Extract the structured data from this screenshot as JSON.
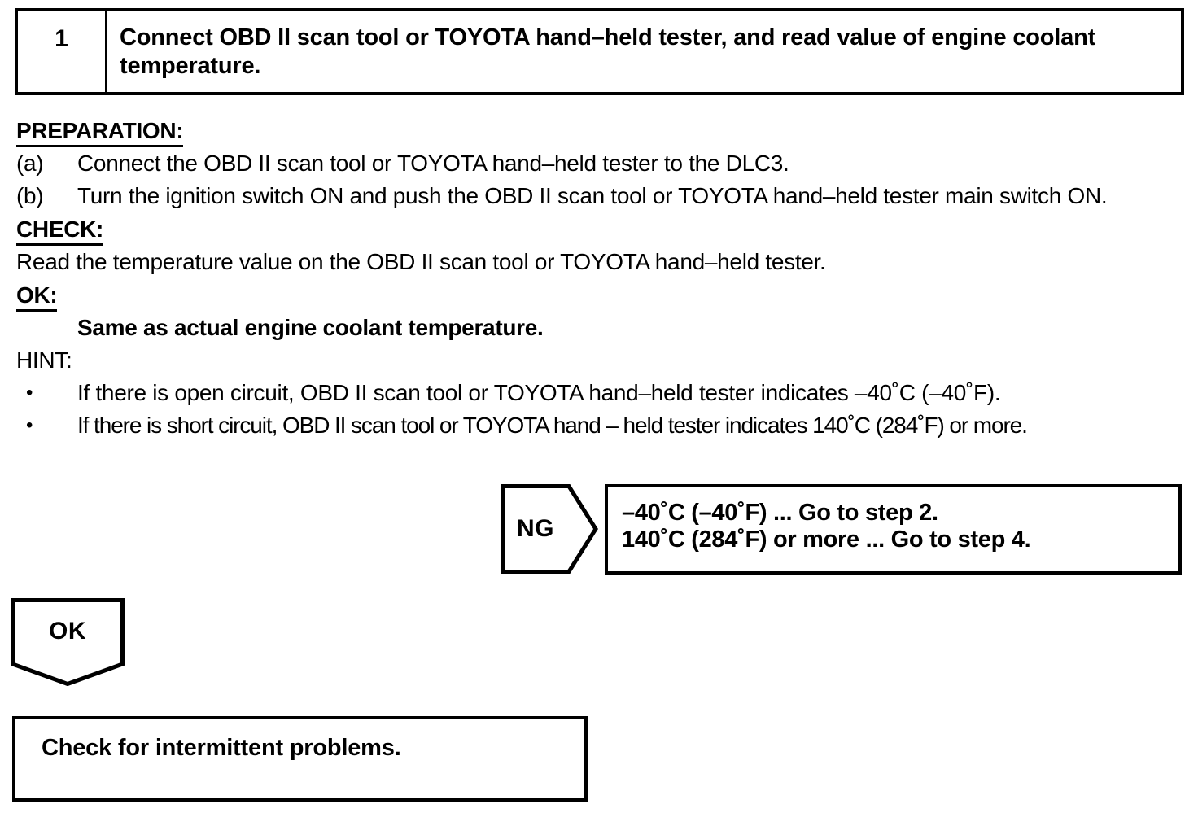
{
  "step": {
    "number": "1",
    "title": "Connect OBD II scan tool or TOYOTA hand–held tester, and read value of engine coolant temperature."
  },
  "sections": {
    "preparation": {
      "heading": "PREPARATION:",
      "items": [
        {
          "label": "(a)",
          "text": "Connect the OBD II scan tool or TOYOTA hand–held tester to the DLC3."
        },
        {
          "label": "(b)",
          "text": "Turn the ignition switch ON and push the OBD II scan tool or TOYOTA hand–held tester main switch ON."
        }
      ]
    },
    "check": {
      "heading": "CHECK:",
      "text": "Read the temperature value on the OBD II scan tool or TOYOTA hand–held tester."
    },
    "ok": {
      "heading": "OK:",
      "text": "Same as actual engine coolant temperature."
    },
    "hint": {
      "heading": "HINT:",
      "bullet_glyph": "•",
      "bullets": [
        "If there is open circuit, OBD II scan tool or TOYOTA hand–held tester indicates –40˚C (–40˚F).",
        "If there is short circuit, OBD II scan tool or TOYOTA hand – held tester indicates 140˚C (284˚F) or more."
      ]
    }
  },
  "flow": {
    "ng": {
      "label": "NG",
      "result_lines": [
        "–40˚C (–40˚F) ... Go to step 2.",
        "140˚C (284˚F) or more ... Go to step 4."
      ]
    },
    "ok": {
      "label": "OK",
      "action": "Check for intermittent problems."
    }
  }
}
